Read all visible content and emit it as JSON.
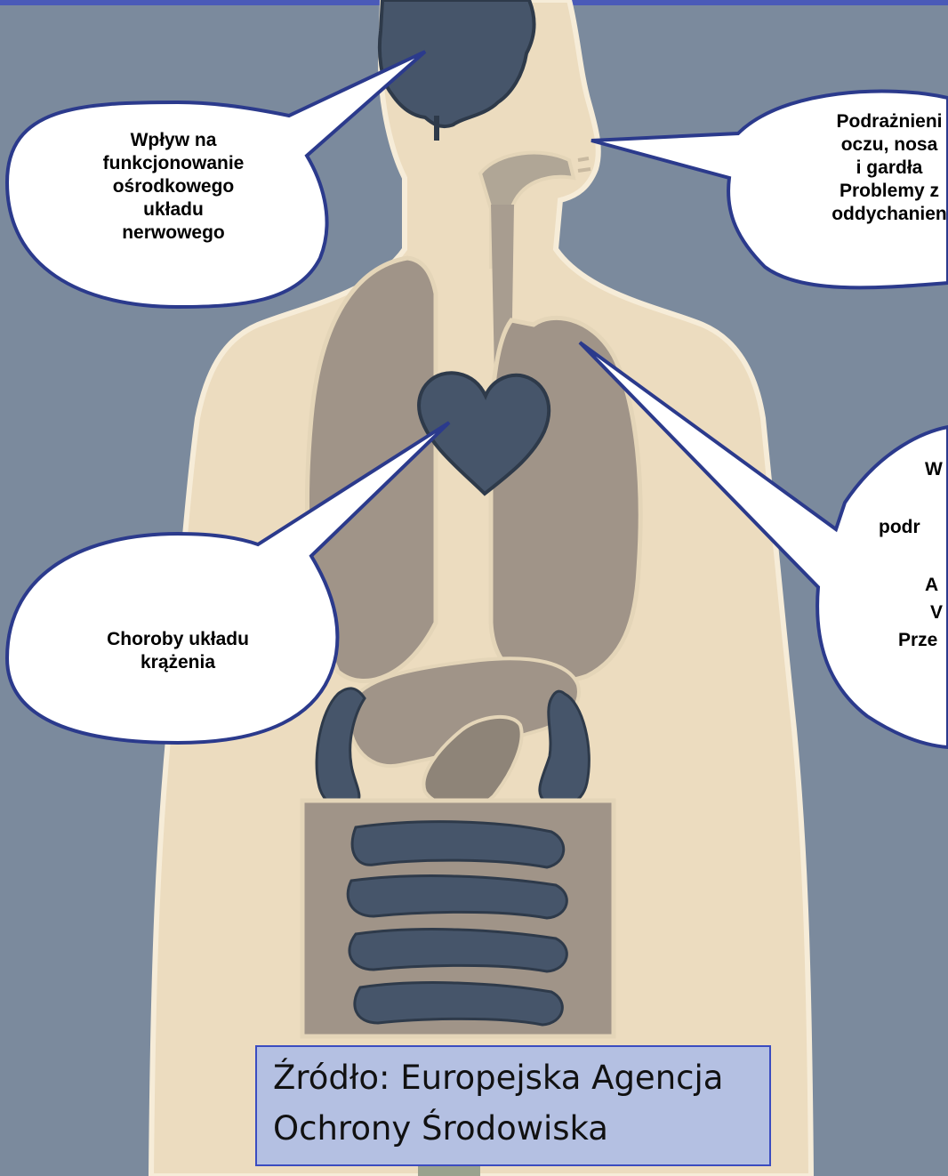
{
  "diagram": {
    "callouts": [
      {
        "id": "brain",
        "organ": "brain-icon",
        "text": "Wpływ na\nfunkcjonowanie\nośrodkowego\nukładu\nnerwowego"
      },
      {
        "id": "throat",
        "organ": "throat-icon",
        "text": "Podrażnieni\noczu, nosa\ni gardła\nProblemy z\noddychanien"
      },
      {
        "id": "lungs",
        "organ": "lungs-icon",
        "lines": [
          "W",
          "podr",
          "A",
          "V",
          "Prze"
        ]
      },
      {
        "id": "heart",
        "organ": "heart-icon",
        "text": "Choroby układu\nkrążenia"
      }
    ],
    "source": "Źródło: Europejska Agencja\nOchrony Środowiska"
  },
  "colors": {
    "background": "#7b8a9d",
    "body": "#ecdcbf",
    "body_outline": "#f6ecd8",
    "organ_dark": "#46556a",
    "organ_light": "#a09488",
    "organ_mid": "#8e8478",
    "intestine_light": "#b0a696",
    "bubble_fill": "#ffffff",
    "bubble_stroke": "#2b3a8c",
    "source_fill": "#b4c0e2",
    "source_border": "#3b4cc0",
    "top_bar": "#4a5ab8"
  }
}
